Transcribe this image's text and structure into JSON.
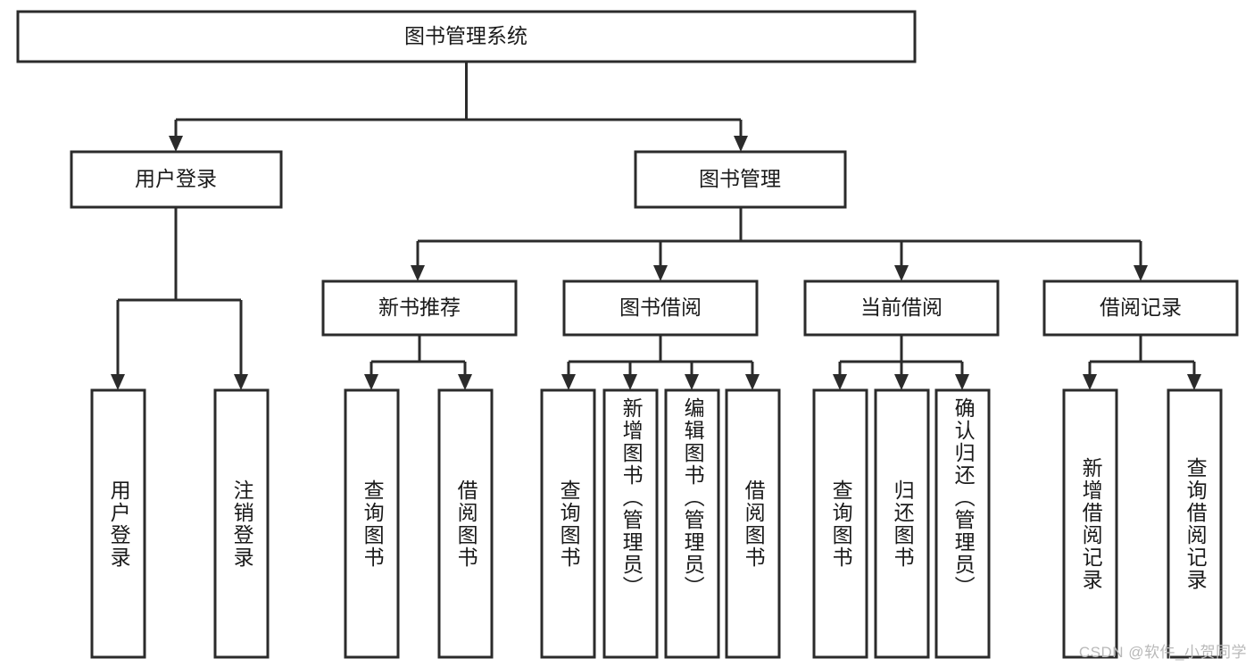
{
  "diagram": {
    "title": "图书管理系统",
    "type": "tree-hierarchy-flowchart",
    "root": {
      "id": "root",
      "label": "图书管理系统",
      "orientation": "horizontal"
    },
    "level2": [
      {
        "id": "user-login",
        "label": "用户登录",
        "orientation": "horizontal"
      },
      {
        "id": "book-manage",
        "label": "图书管理",
        "orientation": "horizontal"
      }
    ],
    "level3": [
      {
        "id": "new-book-recommend",
        "label": "新书推荐",
        "orientation": "horizontal"
      },
      {
        "id": "book-borrow",
        "label": "图书借阅",
        "orientation": "horizontal"
      },
      {
        "id": "current-borrow",
        "label": "当前借阅",
        "orientation": "horizontal"
      },
      {
        "id": "borrow-record",
        "label": "借阅记录",
        "orientation": "horizontal"
      }
    ],
    "leaves": [
      {
        "id": "leaf-user-login",
        "parent": "user-login",
        "label": "用户登录",
        "orientation": "vertical"
      },
      {
        "id": "leaf-user-logout",
        "parent": "user-login",
        "label": "注销登录",
        "orientation": "vertical"
      },
      {
        "id": "leaf-rec-query-book",
        "parent": "new-book-recommend",
        "label": "查询图书",
        "orientation": "vertical"
      },
      {
        "id": "leaf-rec-borrow-book",
        "parent": "new-book-recommend",
        "label": "借阅图书",
        "orientation": "vertical"
      },
      {
        "id": "leaf-borrow-query-book",
        "parent": "book-borrow",
        "label": "查询图书",
        "orientation": "vertical"
      },
      {
        "id": "leaf-borrow-add-book",
        "parent": "book-borrow",
        "label": "新增图书（管理员）",
        "orientation": "vertical"
      },
      {
        "id": "leaf-borrow-edit-book",
        "parent": "book-borrow",
        "label": "编辑图书（管理员）",
        "orientation": "vertical"
      },
      {
        "id": "leaf-borrow-borrow-book",
        "parent": "book-borrow",
        "label": "借阅图书",
        "orientation": "vertical"
      },
      {
        "id": "leaf-cur-query-book",
        "parent": "current-borrow",
        "label": "查询图书",
        "orientation": "vertical"
      },
      {
        "id": "leaf-cur-return-book",
        "parent": "current-borrow",
        "label": "归还图书",
        "orientation": "vertical"
      },
      {
        "id": "leaf-cur-confirm-return",
        "parent": "current-borrow",
        "label": "确认归还（管理员）",
        "orientation": "vertical"
      },
      {
        "id": "leaf-rec-add-record",
        "parent": "borrow-record",
        "label": "新增借阅记录",
        "orientation": "vertical"
      },
      {
        "id": "leaf-rec-query-record",
        "parent": "borrow-record",
        "label": "查询借阅记录",
        "orientation": "vertical"
      }
    ],
    "colors": {
      "background": "#ffffff",
      "box_fill": "#ffffff",
      "box_stroke": "#2b2b2b",
      "text": "#1a1a1a",
      "watermark": "#b9b9b9"
    }
  },
  "watermark": {
    "text": "CSDN @软件_小贺同学"
  }
}
